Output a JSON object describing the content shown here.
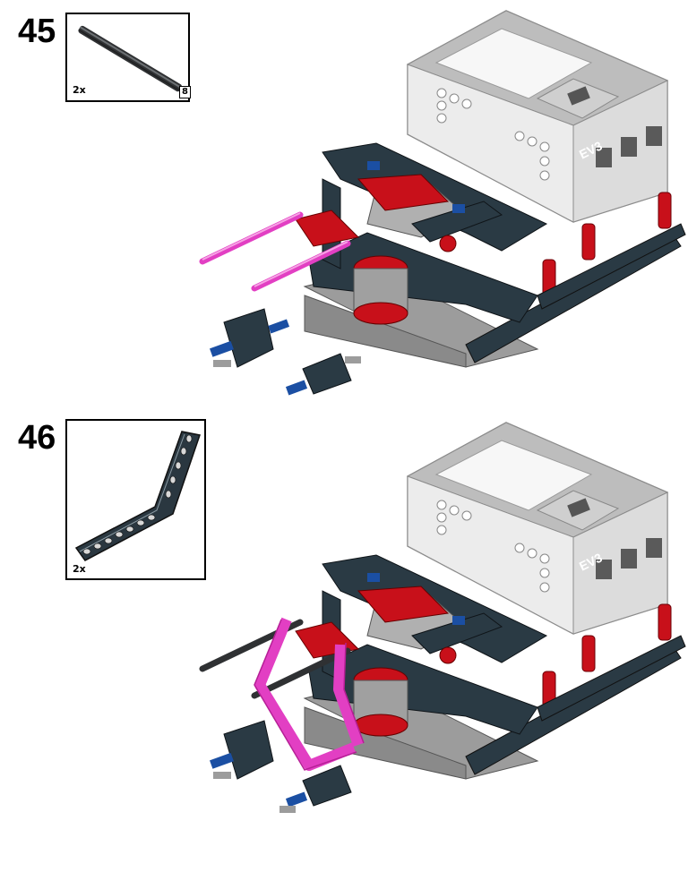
{
  "steps": [
    {
      "number": "45",
      "part": {
        "quantity": "2x",
        "length": "8",
        "icon": "axle-icon",
        "color": "#2f3133"
      },
      "new_parts_color": "#e23fc3"
    },
    {
      "number": "46",
      "part": {
        "quantity": "2x",
        "icon": "bent-liftarm-icon",
        "color": "#2a3740"
      },
      "new_parts_color": "#e23fc3"
    }
  ],
  "brick": {
    "label": "EV3",
    "body_color": "#e8e8e8",
    "shade_color": "#a9a9a9"
  },
  "colors": {
    "dark_bluish_gray": "#2a3a44",
    "red": "#c8101a",
    "light_gray": "#9c9c9c",
    "blue": "#1b4fa3"
  }
}
